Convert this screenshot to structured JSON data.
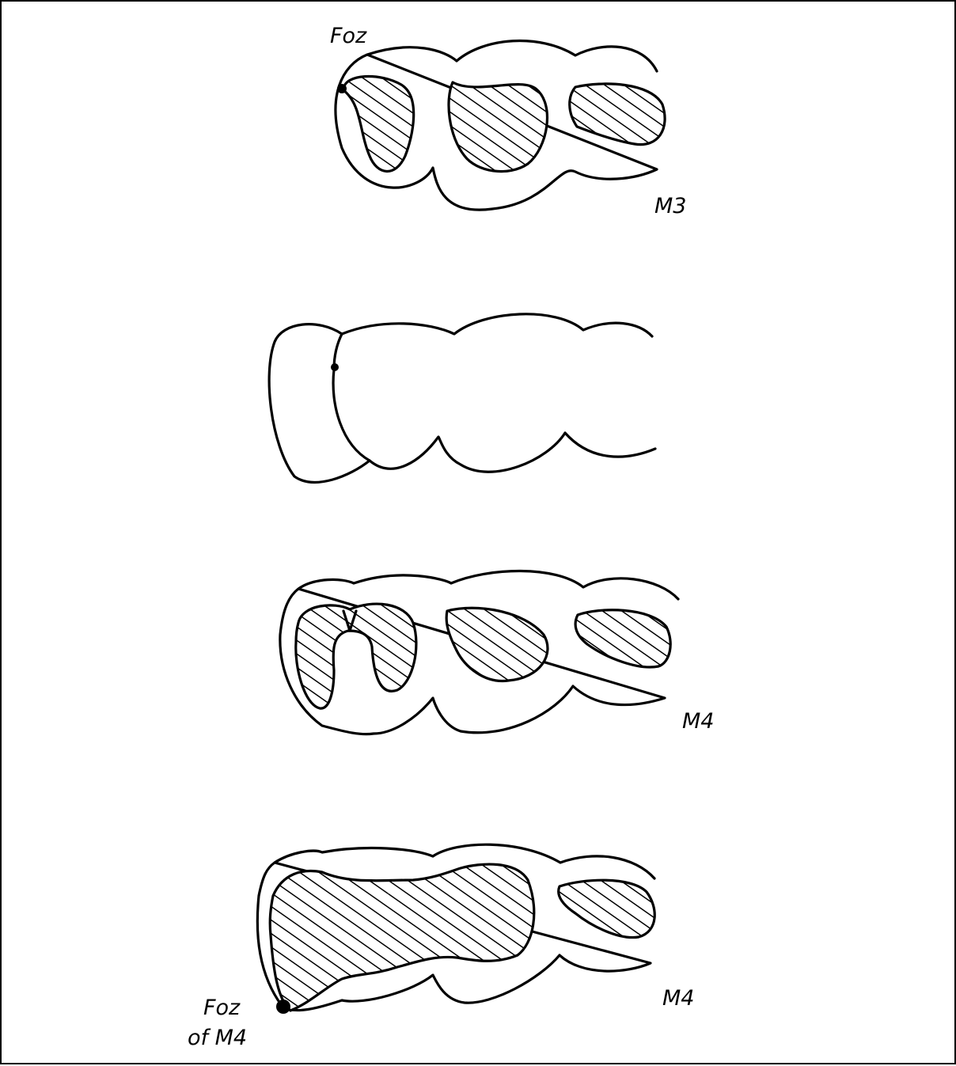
{
  "labels": {
    "top_foz": "Foz",
    "m3": "M3",
    "m4_middle": "M4",
    "m4_bottom": "M4",
    "bottom_foz_line1": "Foz",
    "bottom_foz_line2": "of M4"
  },
  "colors": {
    "ink": "#000000",
    "paper": "#ffffff"
  }
}
